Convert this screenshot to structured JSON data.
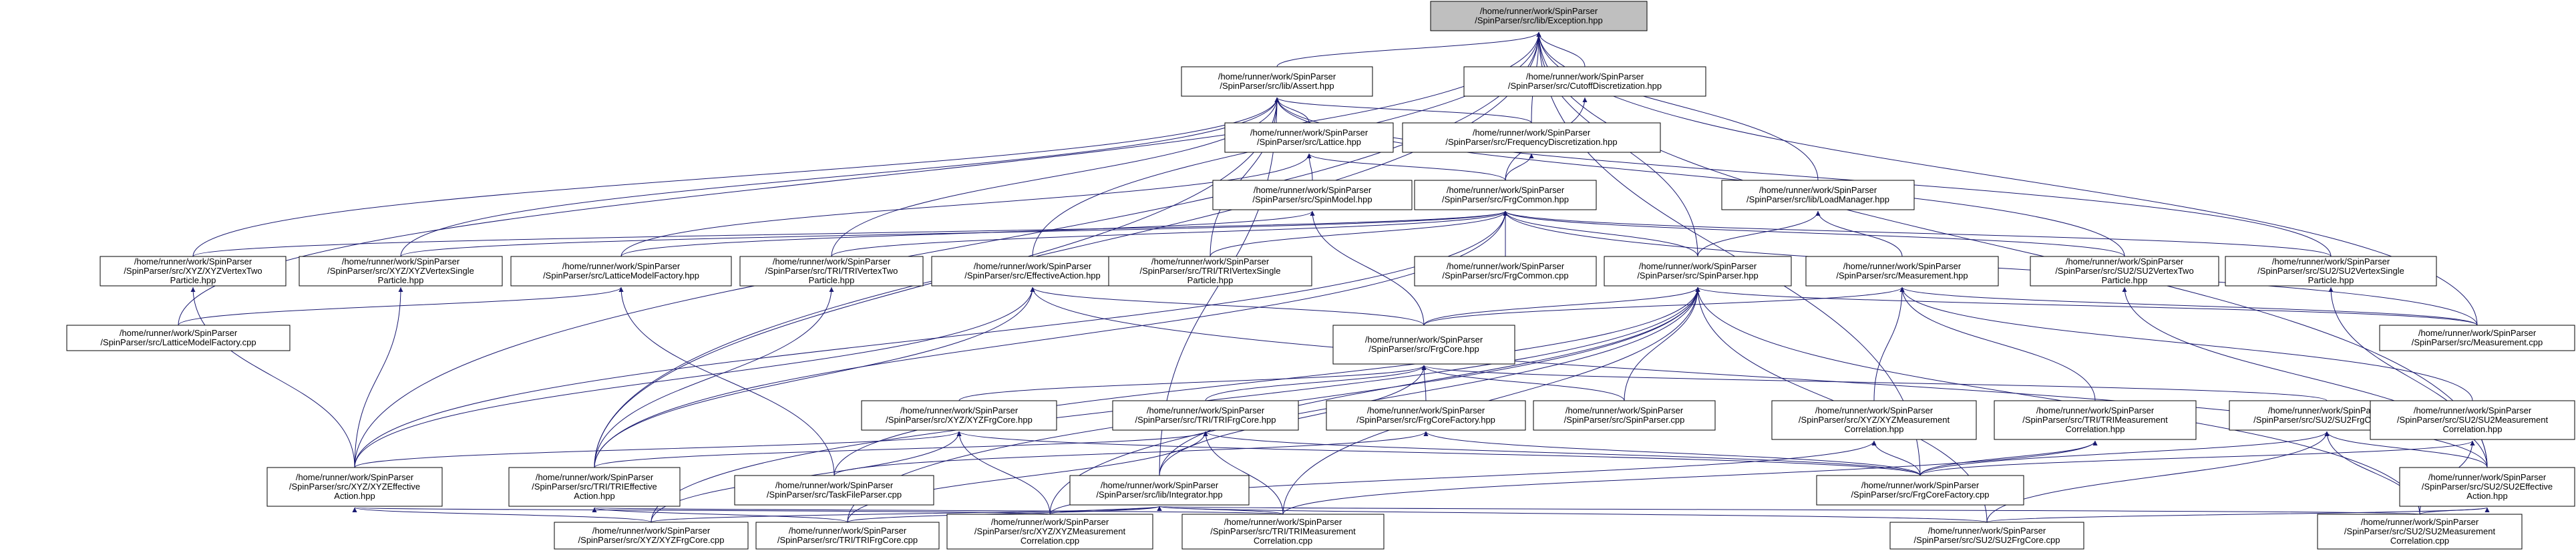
{
  "diagram": {
    "colors": {
      "edge": "#191970",
      "root_fill": "#bfbfbf",
      "node_fill": "#ffffff",
      "node_border": "#000000"
    },
    "nodes": [
      {
        "id": "exception",
        "root": true,
        "lines": [
          "/home/runner/work/SpinParser",
          "/SpinParser/src/lib/Exception.hpp"
        ]
      },
      {
        "id": "assert",
        "lines": [
          "/home/runner/work/SpinParser",
          "/SpinParser/src/lib/Assert.hpp"
        ]
      },
      {
        "id": "cutoff",
        "lines": [
          "/home/runner/work/SpinParser",
          "/SpinParser/src/CutoffDiscretization.hpp"
        ]
      },
      {
        "id": "lattice",
        "lines": [
          "/home/runner/work/SpinParser",
          "/SpinParser/src/Lattice.hpp"
        ]
      },
      {
        "id": "freq",
        "lines": [
          "/home/runner/work/SpinParser",
          "/SpinParser/src/FrequencyDiscretization.hpp"
        ]
      },
      {
        "id": "spinmodel",
        "lines": [
          "/home/runner/work/SpinParser",
          "/SpinParser/src/SpinModel.hpp"
        ]
      },
      {
        "id": "frgcommon_hpp",
        "lines": [
          "/home/runner/work/SpinParser",
          "/SpinParser/src/FrgCommon.hpp"
        ]
      },
      {
        "id": "loadmanager",
        "lines": [
          "/home/runner/work/SpinParser",
          "/SpinParser/src/lib/LoadManager.hpp"
        ]
      },
      {
        "id": "xyz_vtwo",
        "lines": [
          "/home/runner/work/SpinParser",
          "/SpinParser/src/XYZ/XYZVertexTwo",
          "Particle.hpp"
        ]
      },
      {
        "id": "xyz_vsingle",
        "lines": [
          "/home/runner/work/SpinParser",
          "/SpinParser/src/XYZ/XYZVertexSingle",
          "Particle.hpp"
        ]
      },
      {
        "id": "lmf_hpp",
        "lines": [
          "/home/runner/work/SpinParser",
          "/SpinParser/src/LatticeModelFactory.hpp"
        ]
      },
      {
        "id": "tri_vtwo",
        "lines": [
          "/home/runner/work/SpinParser",
          "/SpinParser/src/TRI/TRIVertexTwo",
          "Particle.hpp"
        ]
      },
      {
        "id": "effaction_hpp",
        "lines": [
          "/home/runner/work/SpinParser",
          "/SpinParser/src/EffectiveAction.hpp"
        ]
      },
      {
        "id": "tri_vsingle",
        "lines": [
          "/home/runner/work/SpinParser",
          "/SpinParser/src/TRI/TRIVertexSingle",
          "Particle.hpp"
        ]
      },
      {
        "id": "frgcommon_cpp",
        "lines": [
          "/home/runner/work/SpinParser",
          "/SpinParser/src/FrgCommon.cpp"
        ]
      },
      {
        "id": "spinparser_hpp",
        "lines": [
          "/home/runner/work/SpinParser",
          "/SpinParser/src/SpinParser.hpp"
        ]
      },
      {
        "id": "measurement_hpp",
        "lines": [
          "/home/runner/work/SpinParser",
          "/SpinParser/src/Measurement.hpp"
        ]
      },
      {
        "id": "su2_vtwo",
        "lines": [
          "/home/runner/work/SpinParser",
          "/SpinParser/src/SU2/SU2VertexTwo",
          "Particle.hpp"
        ]
      },
      {
        "id": "su2_vsingle",
        "lines": [
          "/home/runner/work/SpinParser",
          "/SpinParser/src/SU2/SU2VertexSingle",
          "Particle.hpp"
        ]
      },
      {
        "id": "lmf_cpp",
        "lines": [
          "/home/runner/work/SpinParser",
          "/SpinParser/src/LatticeModelFactory.cpp"
        ]
      },
      {
        "id": "frgcore_hpp",
        "lines": [
          "/home/runner/work/SpinParser",
          "/SpinParser/src/FrgCore.hpp"
        ]
      },
      {
        "id": "measurement_cpp",
        "lines": [
          "/home/runner/work/SpinParser",
          "/SpinParser/src/Measurement.cpp"
        ]
      },
      {
        "id": "xyz_frgcore",
        "lines": [
          "/home/runner/work/SpinParser",
          "/SpinParser/src/XYZ/XYZFrgCore.hpp"
        ]
      },
      {
        "id": "tri_frgcore",
        "lines": [
          "/home/runner/work/SpinParser",
          "/SpinParser/src/TRI/TRIFrgCore.hpp"
        ]
      },
      {
        "id": "frgcorefactory_hpp",
        "lines": [
          "/home/runner/work/SpinParser",
          "/SpinParser/src/FrgCoreFactory.hpp"
        ]
      },
      {
        "id": "spinparser_cpp",
        "lines": [
          "/home/runner/work/SpinParser",
          "/SpinParser/src/SpinParser.cpp"
        ]
      },
      {
        "id": "xyz_meas",
        "lines": [
          "/home/runner/work/SpinParser",
          "/SpinParser/src/XYZ/XYZMeasurement",
          "Correlation.hpp"
        ]
      },
      {
        "id": "tri_meas",
        "lines": [
          "/home/runner/work/SpinParser",
          "/SpinParser/src/TRI/TRIMeasurement",
          "Correlation.hpp"
        ]
      },
      {
        "id": "su2_frgcore",
        "lines": [
          "/home/runner/work/SpinParser",
          "/SpinParser/src/SU2/SU2FrgCore.hpp"
        ]
      },
      {
        "id": "su2_meas",
        "lines": [
          "/home/runner/work/SpinParser",
          "/SpinParser/src/SU2/SU2Measurement",
          "Correlation.hpp"
        ]
      },
      {
        "id": "xyz_eff",
        "lines": [
          "/home/runner/work/SpinParser",
          "/SpinParser/src/XYZ/XYZEffective",
          "Action.hpp"
        ]
      },
      {
        "id": "tri_eff",
        "lines": [
          "/home/runner/work/SpinParser",
          "/SpinParser/src/TRI/TRIEffective",
          "Action.hpp"
        ]
      },
      {
        "id": "taskfileparser",
        "lines": [
          "/home/runner/work/SpinParser",
          "/SpinParser/src/TaskFileParser.cpp"
        ]
      },
      {
        "id": "integrator",
        "lines": [
          "/home/runner/work/SpinParser",
          "/SpinParser/src/lib/Integrator.hpp"
        ]
      },
      {
        "id": "frgcorefactory_cpp",
        "lines": [
          "/home/runner/work/SpinParser",
          "/SpinParser/src/FrgCoreFactory.cpp"
        ]
      },
      {
        "id": "su2_eff",
        "lines": [
          "/home/runner/work/SpinParser",
          "/SpinParser/src/SU2/SU2Effective",
          "Action.hpp"
        ]
      },
      {
        "id": "xyz_frgcore_cpp",
        "lines": [
          "/home/runner/work/SpinParser",
          "/SpinParser/src/XYZ/XYZFrgCore.cpp"
        ]
      },
      {
        "id": "tri_frgcore_cpp",
        "lines": [
          "/home/runner/work/SpinParser",
          "/SpinParser/src/TRI/TRIFrgCore.cpp"
        ]
      },
      {
        "id": "xyz_meas_cpp",
        "lines": [
          "/home/runner/work/SpinParser",
          "/SpinParser/src/XYZ/XYZMeasurement",
          "Correlation.cpp"
        ]
      },
      {
        "id": "tri_meas_cpp",
        "lines": [
          "/home/runner/work/SpinParser",
          "/SpinParser/src/TRI/TRIMeasurement",
          "Correlation.cpp"
        ]
      },
      {
        "id": "su2_frgcore_cpp",
        "lines": [
          "/home/runner/work/SpinParser",
          "/SpinParser/src/SU2/SU2FrgCore.cpp"
        ]
      },
      {
        "id": "su2_meas_cpp",
        "lines": [
          "/home/runner/work/SpinParser",
          "/SpinParser/src/SU2/SU2Measurement",
          "Correlation.cpp"
        ]
      }
    ],
    "edges": [
      [
        "assert",
        "exception"
      ],
      [
        "cutoff",
        "exception"
      ],
      [
        "freq",
        "exception"
      ],
      [
        "loadmanager",
        "exception"
      ],
      [
        "spinparser_hpp",
        "exception"
      ],
      [
        "effaction_hpp",
        "exception"
      ],
      [
        "lmf_cpp",
        "exception"
      ],
      [
        "xyz_eff",
        "exception"
      ],
      [
        "tri_eff",
        "exception"
      ],
      [
        "su2_eff",
        "exception"
      ],
      [
        "measurement_cpp",
        "exception"
      ],
      [
        "frgcorefactory_cpp",
        "exception"
      ],
      [
        "lattice",
        "assert"
      ],
      [
        "freq",
        "assert"
      ],
      [
        "xyz_vtwo",
        "assert"
      ],
      [
        "xyz_vsingle",
        "assert"
      ],
      [
        "tri_vtwo",
        "assert"
      ],
      [
        "tri_vsingle",
        "assert"
      ],
      [
        "su2_vtwo",
        "assert"
      ],
      [
        "su2_vsingle",
        "assert"
      ],
      [
        "integrator",
        "assert"
      ],
      [
        "tri_eff",
        "assert"
      ],
      [
        "spinmodel",
        "lattice"
      ],
      [
        "frgcommon_hpp",
        "lattice"
      ],
      [
        "lmf_hpp",
        "lattice"
      ],
      [
        "frgcommon_hpp",
        "freq"
      ],
      [
        "frgcommon_hpp",
        "cutoff"
      ],
      [
        "frgcore_hpp",
        "spinmodel"
      ],
      [
        "lmf_hpp",
        "spinmodel"
      ],
      [
        "xyz_vtwo",
        "frgcommon_hpp"
      ],
      [
        "xyz_vsingle",
        "frgcommon_hpp"
      ],
      [
        "tri_vtwo",
        "frgcommon_hpp"
      ],
      [
        "tri_vsingle",
        "frgcommon_hpp"
      ],
      [
        "frgcommon_cpp",
        "frgcommon_hpp"
      ],
      [
        "spinparser_hpp",
        "frgcommon_hpp"
      ],
      [
        "su2_vtwo",
        "frgcommon_hpp"
      ],
      [
        "su2_vsingle",
        "frgcommon_hpp"
      ],
      [
        "measurement_cpp",
        "frgcommon_hpp"
      ],
      [
        "xyz_eff",
        "frgcommon_hpp"
      ],
      [
        "tri_eff",
        "frgcommon_hpp"
      ],
      [
        "spinparser_hpp",
        "loadmanager"
      ],
      [
        "measurement_hpp",
        "loadmanager"
      ],
      [
        "xyz_eff",
        "xyz_vtwo"
      ],
      [
        "xyz_eff",
        "xyz_vsingle"
      ],
      [
        "lmf_cpp",
        "lmf_hpp"
      ],
      [
        "taskfileparser",
        "lmf_hpp"
      ],
      [
        "tri_eff",
        "tri_vtwo"
      ],
      [
        "su2_eff",
        "su2_vtwo"
      ],
      [
        "su2_eff",
        "su2_vsingle"
      ],
      [
        "frgcore_hpp",
        "effaction_hpp"
      ],
      [
        "xyz_eff",
        "effaction_hpp"
      ],
      [
        "tri_eff",
        "effaction_hpp"
      ],
      [
        "su2_eff",
        "effaction_hpp"
      ],
      [
        "frgcore_hpp",
        "spinparser_hpp"
      ],
      [
        "spinparser_cpp",
        "spinparser_hpp"
      ],
      [
        "measurement_cpp",
        "spinparser_hpp"
      ],
      [
        "taskfileparser",
        "spinparser_hpp"
      ],
      [
        "xyz_frgcore_cpp",
        "spinparser_hpp"
      ],
      [
        "tri_frgcore_cpp",
        "spinparser_hpp"
      ],
      [
        "su2_frgcore_cpp",
        "spinparser_hpp"
      ],
      [
        "xyz_meas_cpp",
        "spinparser_hpp"
      ],
      [
        "tri_meas_cpp",
        "spinparser_hpp"
      ],
      [
        "su2_meas_cpp",
        "spinparser_hpp"
      ],
      [
        "integrator",
        "spinparser_hpp"
      ],
      [
        "frgcore_hpp",
        "measurement_hpp"
      ],
      [
        "xyz_meas",
        "measurement_hpp"
      ],
      [
        "tri_meas",
        "measurement_hpp"
      ],
      [
        "su2_meas",
        "measurement_hpp"
      ],
      [
        "measurement_cpp",
        "measurement_hpp"
      ],
      [
        "xyz_frgcore",
        "frgcore_hpp"
      ],
      [
        "tri_frgcore",
        "frgcore_hpp"
      ],
      [
        "frgcorefactory_hpp",
        "frgcore_hpp"
      ],
      [
        "spinparser_cpp",
        "frgcore_hpp"
      ],
      [
        "su2_frgcore",
        "frgcore_hpp"
      ],
      [
        "integrator",
        "frgcore_hpp"
      ],
      [
        "xyz_eff",
        "xyz_frgcore"
      ],
      [
        "xyz_frgcore_cpp",
        "xyz_frgcore"
      ],
      [
        "xyz_meas_cpp",
        "xyz_frgcore"
      ],
      [
        "frgcorefactory_cpp",
        "xyz_frgcore"
      ],
      [
        "tri_eff",
        "tri_frgcore"
      ],
      [
        "tri_frgcore_cpp",
        "tri_frgcore"
      ],
      [
        "tri_meas_cpp",
        "tri_frgcore"
      ],
      [
        "frgcorefactory_cpp",
        "tri_frgcore"
      ],
      [
        "frgcorefactory_cpp",
        "frgcorefactory_hpp"
      ],
      [
        "taskfileparser",
        "frgcorefactory_hpp"
      ],
      [
        "frgcorefactory_cpp",
        "xyz_meas"
      ],
      [
        "xyz_meas_cpp",
        "xyz_meas"
      ],
      [
        "frgcorefactory_cpp",
        "tri_meas"
      ],
      [
        "tri_meas_cpp",
        "tri_meas"
      ],
      [
        "su2_eff",
        "su2_frgcore"
      ],
      [
        "su2_frgcore_cpp",
        "su2_frgcore"
      ],
      [
        "su2_meas_cpp",
        "su2_frgcore"
      ],
      [
        "frgcorefactory_cpp",
        "su2_frgcore"
      ],
      [
        "frgcorefactory_cpp",
        "su2_meas"
      ],
      [
        "su2_meas_cpp",
        "su2_meas"
      ],
      [
        "xyz_frgcore_cpp",
        "xyz_eff"
      ],
      [
        "xyz_meas_cpp",
        "xyz_eff"
      ],
      [
        "tri_frgcore_cpp",
        "tri_eff"
      ],
      [
        "tri_meas_cpp",
        "tri_eff"
      ],
      [
        "su2_frgcore_cpp",
        "su2_eff"
      ],
      [
        "su2_meas_cpp",
        "su2_eff"
      ],
      [
        "xyz_frgcore_cpp",
        "integrator"
      ],
      [
        "tri_frgcore_cpp",
        "integrator"
      ],
      [
        "su2_frgcore_cpp",
        "integrator"
      ],
      [
        "xyz_meas_cpp",
        "integrator"
      ],
      [
        "tri_meas_cpp",
        "integrator"
      ],
      [
        "su2_meas_cpp",
        "integrator"
      ]
    ]
  }
}
